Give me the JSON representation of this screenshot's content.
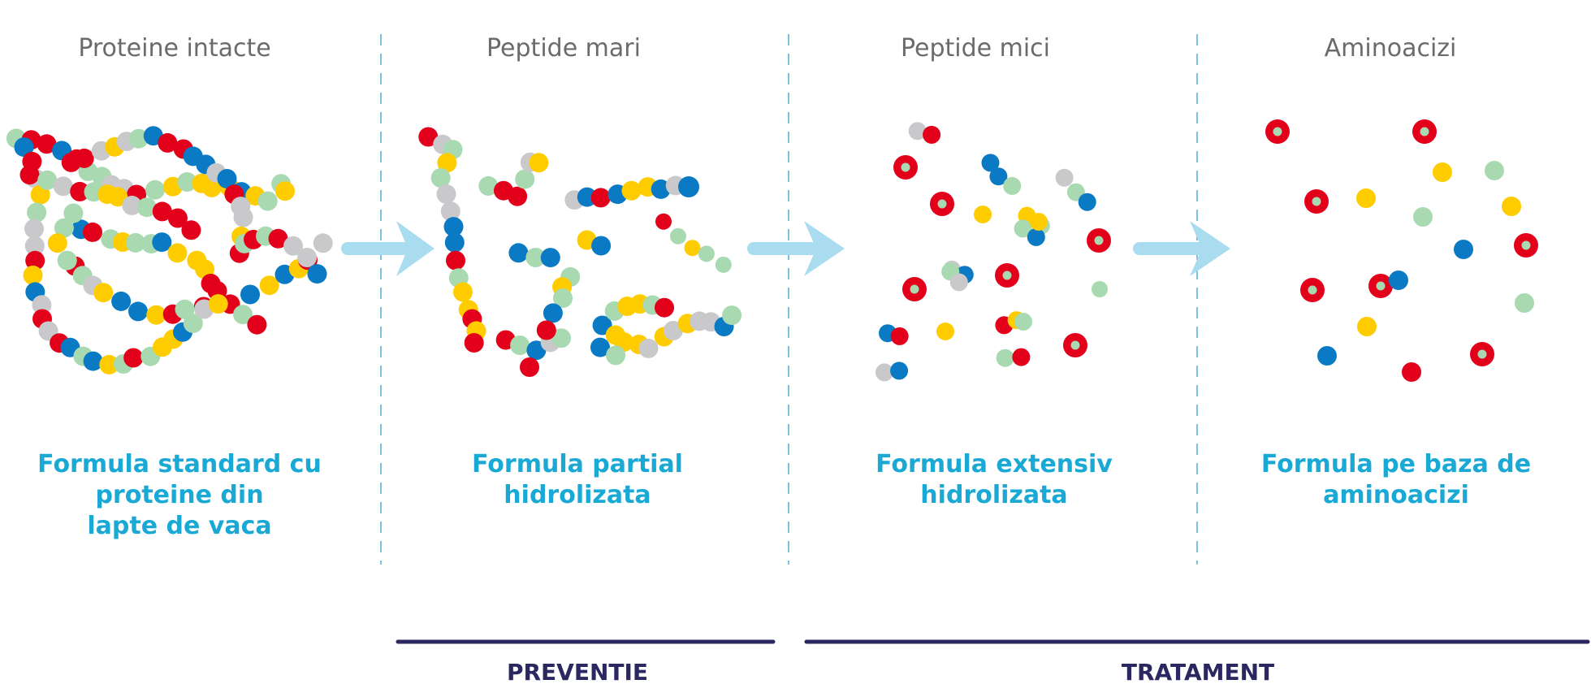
{
  "stages": [
    {
      "id": "intact",
      "title": "Proteine intacte",
      "caption": [
        "Formula standard cu",
        "proteine din",
        "lapte de vaca"
      ]
    },
    {
      "id": "large",
      "title": "Peptide mari",
      "caption": [
        "Formula partial",
        "hidrolizata"
      ]
    },
    {
      "id": "small",
      "title": "Peptide mici",
      "caption": [
        "Formula extensiv",
        "hidrolizata"
      ]
    },
    {
      "id": "amino",
      "title": "Aminoacizi",
      "caption": [
        "Formula pe baza de",
        "aminoacizi"
      ]
    }
  ],
  "brackets": {
    "prevention": "PREVENTIE",
    "treatment": "TRATAMENT"
  },
  "colors": {
    "green": "#a8d9b0",
    "yellow": "#ffcc00",
    "red": "#e2001a",
    "blue": "#0a7ac4",
    "gray": "#c9c9cb",
    "arrow": "#a9dcef",
    "divider": "#7cc3dc",
    "title": "#6b6b6b",
    "caption": "#19a9d4",
    "bracket": "#2a2761"
  }
}
